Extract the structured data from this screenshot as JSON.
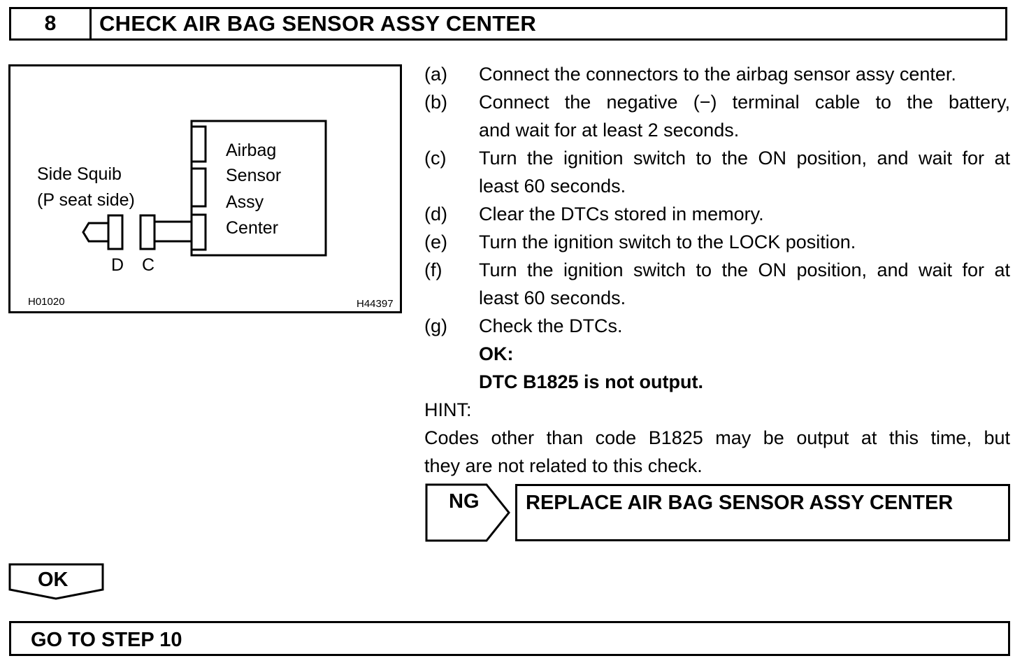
{
  "header": {
    "step_number": "8",
    "title": "CHECK AIR BAG SENSOR ASSY CENTER"
  },
  "figure": {
    "side_squib_line1": "Side Squib",
    "side_squib_line2": "(P seat side)",
    "sensor_line1": "Airbag",
    "sensor_line2": "Sensor",
    "sensor_line3": "Assy",
    "sensor_line4": "Center",
    "connector_d": "D",
    "connector_c": "C",
    "code_left": "H01020",
    "code_right": "H44397"
  },
  "steps": [
    {
      "label": "(a)",
      "lines": [
        "Connect the connectors to the airbag sensor assy center."
      ]
    },
    {
      "label": "(b)",
      "lines": [
        "Connect the negative (−) terminal cable to the battery,",
        "and wait for at least 2 seconds."
      ]
    },
    {
      "label": "(c)",
      "lines": [
        "Turn the ignition switch to the ON position, and wait for at",
        "least 60 seconds."
      ]
    },
    {
      "label": "(d)",
      "lines": [
        "Clear the DTCs stored in memory."
      ]
    },
    {
      "label": "(e)",
      "lines": [
        "Turn the ignition switch to the LOCK position."
      ]
    },
    {
      "label": "(f)",
      "lines": [
        "Turn the ignition switch to the ON position, and wait for at",
        "least 60 seconds."
      ]
    },
    {
      "label": "(g)",
      "lines": [
        "Check the DTCs."
      ]
    }
  ],
  "result": {
    "ok_label": "OK:",
    "ok_text": "DTC B1825 is not output."
  },
  "hint": {
    "label": "HINT:",
    "lines": [
      "Codes other than code B1825 may be output at this time, but",
      "they are not related to this check."
    ]
  },
  "ng": {
    "tag": "NG",
    "action": "REPLACE AIR BAG SENSOR ASSY CENTER"
  },
  "ok_branch": {
    "tag": "OK",
    "action": "GO TO STEP 10"
  }
}
